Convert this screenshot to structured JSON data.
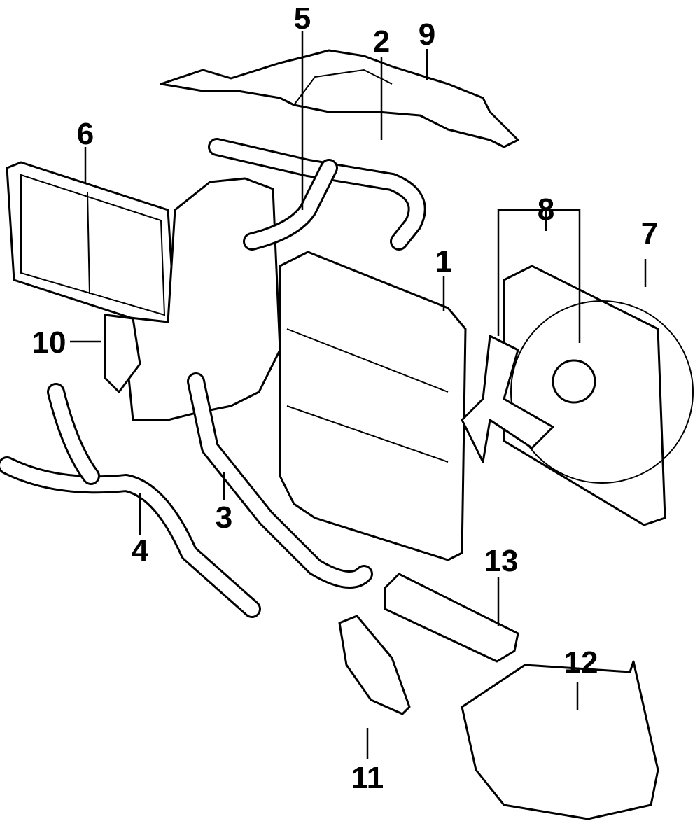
{
  "diagram": {
    "type": "exploded-parts-diagram",
    "subject": "radiator and cooling system components",
    "callouts": [
      {
        "id": "1",
        "label": "1"
      },
      {
        "id": "2",
        "label": "2"
      },
      {
        "id": "3",
        "label": "3"
      },
      {
        "id": "4",
        "label": "4"
      },
      {
        "id": "5",
        "label": "5"
      },
      {
        "id": "6",
        "label": "6"
      },
      {
        "id": "7",
        "label": "7"
      },
      {
        "id": "8",
        "label": "8"
      },
      {
        "id": "9",
        "label": "9"
      },
      {
        "id": "10",
        "label": "10"
      },
      {
        "id": "11",
        "label": "11"
      },
      {
        "id": "12",
        "label": "12"
      },
      {
        "id": "13",
        "label": "13"
      }
    ]
  }
}
